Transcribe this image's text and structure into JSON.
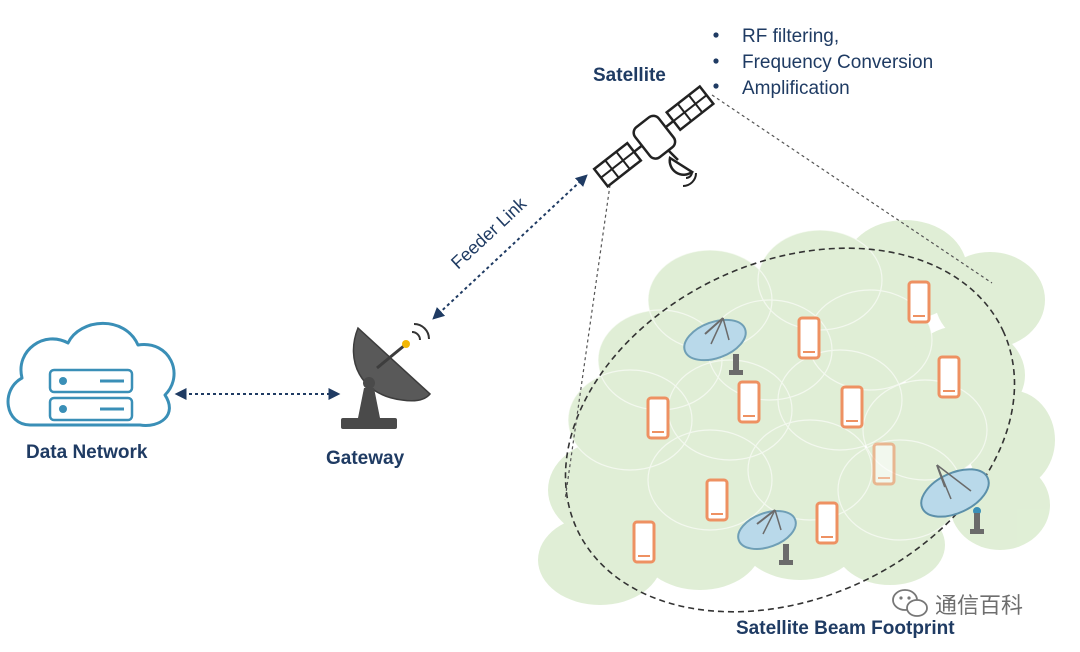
{
  "labels": {
    "satellite": "Satellite",
    "feeder_link": "Feeder Link",
    "data_network": "Data Network",
    "gateway": "Gateway",
    "footprint": "Satellite Beam Footprint",
    "watermark": "通信百科"
  },
  "satellite_functions": [
    "RF filtering,",
    "Frequency Conversion",
    "Amplification"
  ],
  "colors": {
    "text_navy": "#1f3b63",
    "link_navy": "#1f3b63",
    "cloud_blue": "#3a8fb7",
    "beam_green": "#cfe5bf",
    "phone_orange": "#ee9162",
    "dish_gray": "#4a4a4a",
    "gateway_dish": "#595959"
  },
  "icons": {
    "cloud": "cloud-server-icon",
    "gateway": "satellite-dish-icon",
    "satellite": "satellite-icon",
    "phone": "mobile-phone-icon",
    "ground_dish": "vsat-dish-icon",
    "watermark": "wechat-icon"
  }
}
